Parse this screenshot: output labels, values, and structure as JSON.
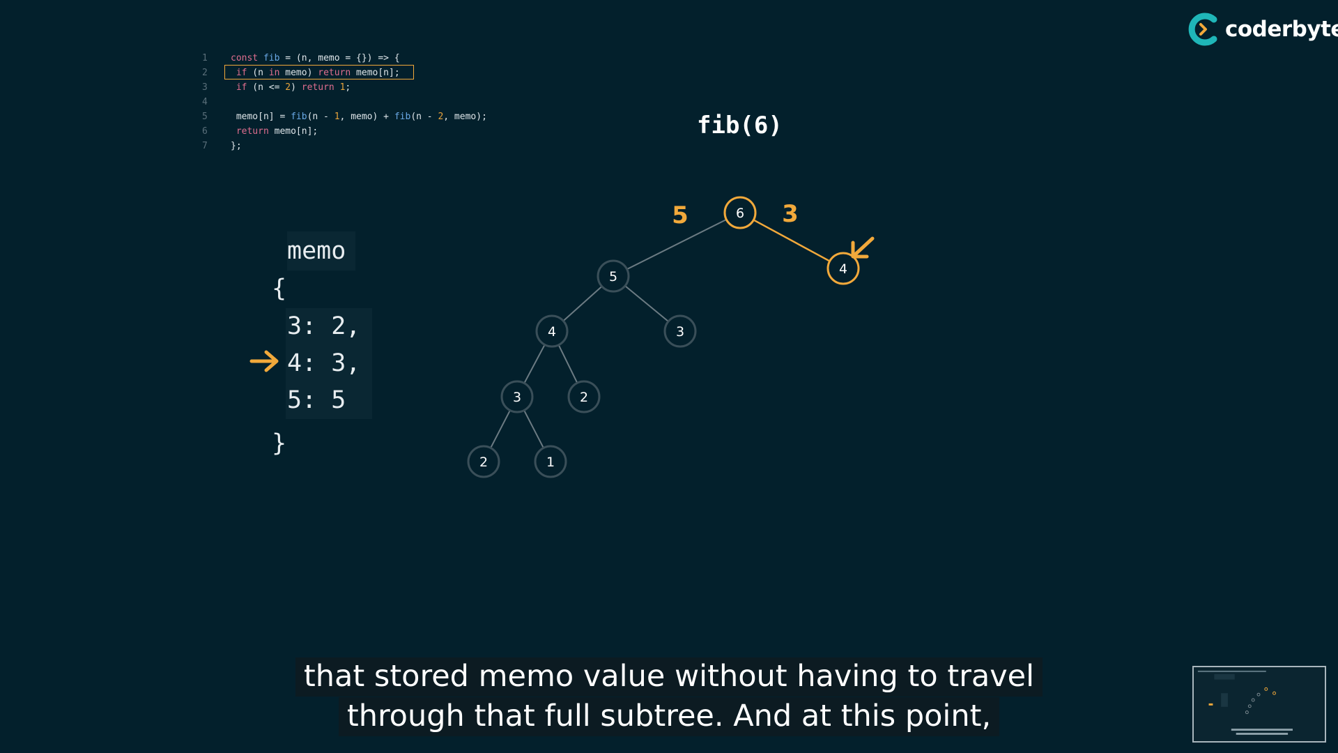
{
  "logo": {
    "text": "coderbyte",
    "accent": "#1fb6b8"
  },
  "code": {
    "lines": [
      {
        "n": "1",
        "parts": [
          {
            "t": "const ",
            "c": "kw"
          },
          {
            "t": "fib",
            "c": "fn"
          },
          {
            "t": " = (n, memo = {}) => {",
            "c": ""
          }
        ]
      },
      {
        "n": "2",
        "highlight": true,
        "parts": [
          {
            "t": " ",
            "c": ""
          },
          {
            "t": "if",
            "c": "kw"
          },
          {
            "t": " (n ",
            "c": ""
          },
          {
            "t": "in",
            "c": "kw"
          },
          {
            "t": " memo) ",
            "c": ""
          },
          {
            "t": "return",
            "c": "kw"
          },
          {
            "t": " memo[n];",
            "c": ""
          }
        ]
      },
      {
        "n": "3",
        "parts": [
          {
            "t": " ",
            "c": ""
          },
          {
            "t": "if",
            "c": "kw"
          },
          {
            "t": " (n <= ",
            "c": ""
          },
          {
            "t": "2",
            "c": "num"
          },
          {
            "t": ") ",
            "c": ""
          },
          {
            "t": "return",
            "c": "kw"
          },
          {
            "t": " ",
            "c": ""
          },
          {
            "t": "1",
            "c": "num"
          },
          {
            "t": ";",
            "c": ""
          }
        ]
      },
      {
        "n": "4",
        "parts": []
      },
      {
        "n": "5",
        "parts": [
          {
            "t": " memo[n] = ",
            "c": ""
          },
          {
            "t": "fib",
            "c": "fn"
          },
          {
            "t": "(n - ",
            "c": ""
          },
          {
            "t": "1",
            "c": "num"
          },
          {
            "t": ", memo) + ",
            "c": ""
          },
          {
            "t": "fib",
            "c": "fn"
          },
          {
            "t": "(n - ",
            "c": ""
          },
          {
            "t": "2",
            "c": "num"
          },
          {
            "t": ", memo);",
            "c": ""
          }
        ]
      },
      {
        "n": "6",
        "parts": [
          {
            "t": " ",
            "c": ""
          },
          {
            "t": "return",
            "c": "kw"
          },
          {
            "t": " memo[n];",
            "c": ""
          }
        ]
      },
      {
        "n": "7",
        "parts": [
          {
            "t": "};",
            "c": ""
          }
        ]
      }
    ]
  },
  "title": "fib(6)",
  "memo": {
    "label": "memo",
    "open": "{",
    "close": "}",
    "entries": [
      "3: 2,",
      "4: 3,",
      "5: 5"
    ],
    "highlighted_entry": 1
  },
  "tree": {
    "nodes": [
      {
        "id": "n6",
        "label": "6",
        "active": true
      },
      {
        "id": "n5",
        "label": "5",
        "active": false
      },
      {
        "id": "n4r",
        "label": "4",
        "active": true
      },
      {
        "id": "n4",
        "label": "4",
        "active": false
      },
      {
        "id": "n3r",
        "label": "3",
        "active": false
      },
      {
        "id": "n3",
        "label": "3",
        "active": false
      },
      {
        "id": "n2r",
        "label": "2",
        "active": false
      },
      {
        "id": "n2",
        "label": "2",
        "active": false
      },
      {
        "id": "n1",
        "label": "1",
        "active": false
      }
    ],
    "edges": [
      {
        "from": "n6",
        "to": "n5",
        "active": false
      },
      {
        "from": "n6",
        "to": "n4r",
        "active": true
      },
      {
        "from": "n5",
        "to": "n4",
        "active": false
      },
      {
        "from": "n5",
        "to": "n3r",
        "active": false
      },
      {
        "from": "n4",
        "to": "n3",
        "active": false
      },
      {
        "from": "n4",
        "to": "n2r",
        "active": false
      },
      {
        "from": "n3",
        "to": "n2",
        "active": false
      },
      {
        "from": "n3",
        "to": "n1",
        "active": false
      }
    ],
    "return_values": [
      {
        "label": "5",
        "edge": "left"
      },
      {
        "label": "3",
        "edge": "right"
      }
    ]
  },
  "caption": {
    "line1": "that stored memo value without having to travel",
    "line2": "through that full subtree. And at this point,"
  },
  "colors": {
    "background": "#03202c",
    "accent": "#f2a93b",
    "node_stroke": "#3a4f59",
    "edge": "#6c7b83"
  }
}
